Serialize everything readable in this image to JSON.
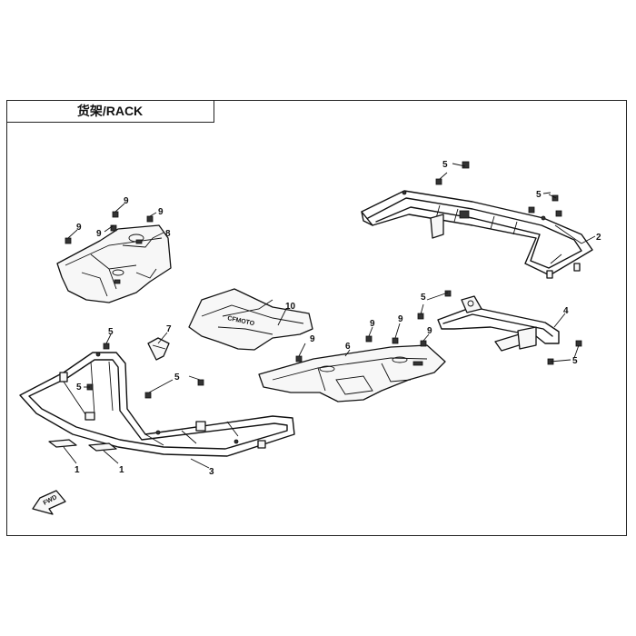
{
  "title": "货架/RACK",
  "fwd_label": "FWD",
  "callouts": {
    "c1a": "1",
    "c1b": "1",
    "c2": "2",
    "c3": "3",
    "c4": "4",
    "c5a": "5",
    "c5b": "5",
    "c5c": "5",
    "c5d": "5",
    "c5e": "5",
    "c5f": "5",
    "c5g": "5",
    "c6": "6",
    "c7": "7",
    "c8": "8",
    "c9a": "9",
    "c9b": "9",
    "c9c": "9",
    "c9d": "9",
    "c9e": "9",
    "c9f": "9",
    "c9g": "9",
    "c9h": "9",
    "c10": "10"
  },
  "colors": {
    "line": "#111111",
    "background": "#ffffff"
  }
}
